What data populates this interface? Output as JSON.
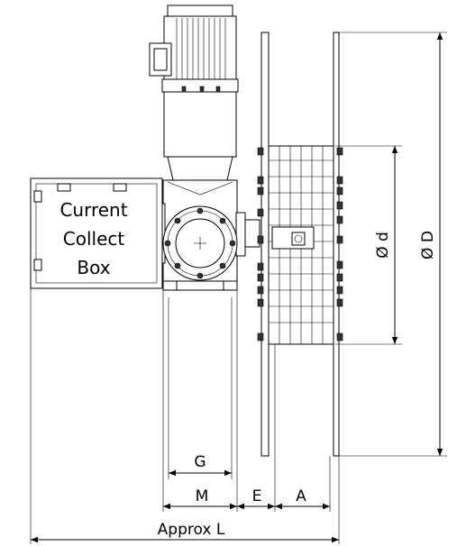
{
  "box_label": {
    "line1": "Current",
    "line2": "Collect",
    "line3": "Box"
  },
  "dimensions": {
    "G": "G",
    "M": "M",
    "E": "E",
    "A": "A",
    "L": "Approx L",
    "d": "Ø d",
    "D": "Ø D"
  }
}
